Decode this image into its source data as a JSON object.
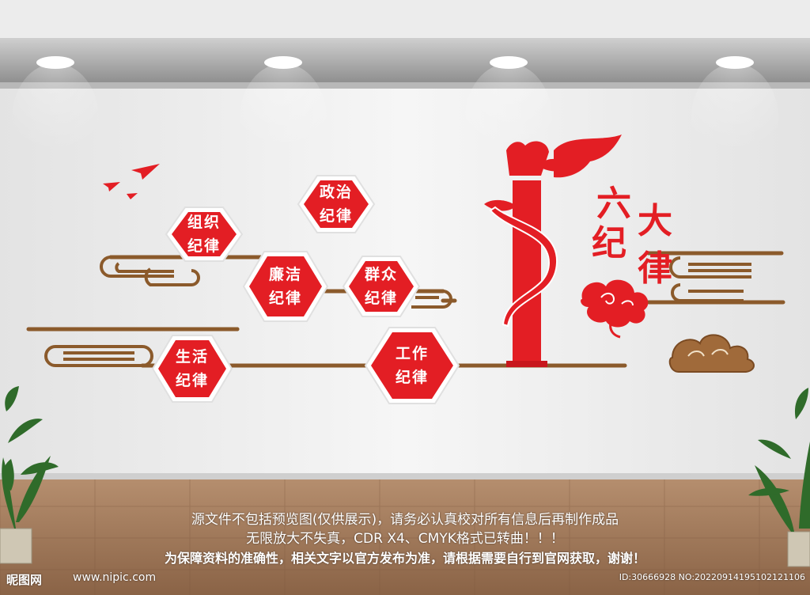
{
  "title": {
    "chars": [
      "六",
      "纪",
      "大",
      "律"
    ]
  },
  "hexagons": [
    {
      "id": "zuzhi",
      "line1": "组织",
      "line2": "纪律"
    },
    {
      "id": "zhengzhi",
      "line1": "政治",
      "line2": "纪律"
    },
    {
      "id": "lianjie",
      "line1": "廉洁",
      "line2": "纪律"
    },
    {
      "id": "qunzhong",
      "line1": "群众",
      "line2": "纪律"
    },
    {
      "id": "shenghuo",
      "line1": "生活",
      "line2": "纪律"
    },
    {
      "id": "gongzuo",
      "line1": "工作",
      "line2": "纪律"
    }
  ],
  "notes": {
    "line1": "源文件不包括预览图(仅供展示)，请务必认真校对所有信息后再制作成品",
    "line2": "无限放大不失真，CDR X4、CMYK格式已转曲！！！",
    "line3": "为保障资料的准确性，相关文字以官方发布为准，请根据需要自行到官网获取，谢谢！"
  },
  "watermark": {
    "brand": "昵图网",
    "url": "www.nipic.com",
    "id_text": "ID:30666928 NO:20220914195102121106"
  },
  "colors": {
    "red": "#e31e24",
    "brown": "#8b5a2b",
    "wall": "#f1f1f1",
    "floor": "#a07a5c"
  },
  "icons": [
    "paper-plane-icon",
    "ceremonial-column-icon",
    "auspicious-cloud-icon",
    "ceiling-light-icon",
    "potted-plant-icon"
  ]
}
